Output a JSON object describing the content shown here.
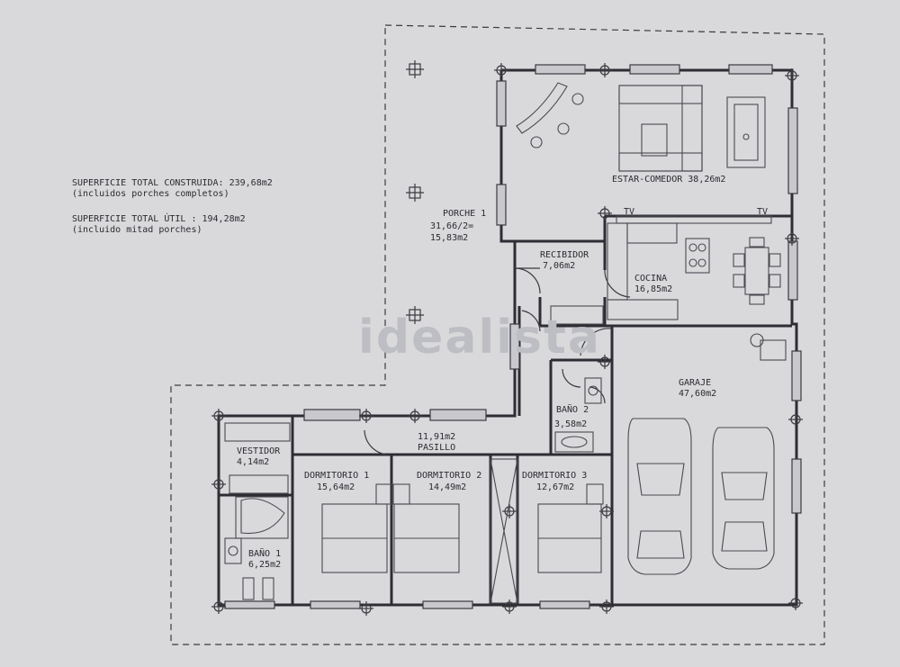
{
  "summary": {
    "built_label": "SUPERFICIE TOTAL CONSTRUIDA: 239,68m2",
    "built_note": "(incluidos porches completos)",
    "useful_label": "SUPERFICIE TOTAL ÚTIL       : 194,28m2",
    "useful_note": "(incluido mitad porches)"
  },
  "watermark": "idealista",
  "rooms": {
    "estar": {
      "name": "ESTAR-COMEDOR 38,26m2"
    },
    "porche": {
      "name": "PORCHE 1",
      "calc": "31,66/2=",
      "area": "15,83m2"
    },
    "recibidor": {
      "name": "RECIBIDOR",
      "area": "7,06m2"
    },
    "cocina": {
      "name": "COCINA",
      "area": "16,85m2"
    },
    "garaje": {
      "name": "GARAJE",
      "area": "47,60m2"
    },
    "bano2": {
      "name": "BAÑO 2",
      "area": "3,58m2"
    },
    "pasillo": {
      "area": "11,91m2",
      "name": "PASILLO"
    },
    "vestidor": {
      "name": "VESTIDOR",
      "area": "4,14m2"
    },
    "dorm1": {
      "name": "DORMITORIO 1",
      "area": "15,64m2"
    },
    "dorm2": {
      "name": "DORMITORIO 2",
      "area": "14,49m2"
    },
    "dorm3": {
      "name": "DORMITORIO 3",
      "area": "12,67m2"
    },
    "bano1": {
      "name": "BAÑO 1",
      "area": "6,25m2"
    }
  },
  "tv_labels": {
    "left": "TV",
    "right": "TV"
  }
}
